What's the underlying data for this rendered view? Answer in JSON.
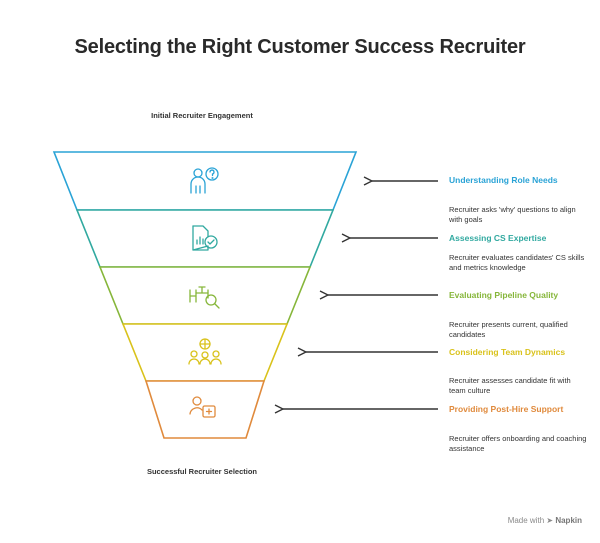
{
  "title": "Selecting the Right Customer Success Recruiter",
  "top_label": "Initial Recruiter Engagement",
  "bottom_label": "Successful Recruiter Selection",
  "stages": [
    {
      "title": "Understanding Role Needs",
      "description": "Recruiter asks 'why' questions to align with goals",
      "color": "#2aa3d6",
      "icon": "person-question-icon"
    },
    {
      "title": "Assessing CS Expertise",
      "description": "Recruiter evaluates candidates' CS skills and metrics knowledge",
      "color": "#31a9a0",
      "icon": "document-chart-check-icon"
    },
    {
      "title": "Evaluating Pipeline Quality",
      "description": "Recruiter presents current, qualified candidates",
      "color": "#86b63a",
      "icon": "pipeline-magnifier-icon"
    },
    {
      "title": "Considering Team Dynamics",
      "description": "Recruiter assesses candidate fit with team culture",
      "color": "#d9c21b",
      "icon": "team-group-icon"
    },
    {
      "title": "Providing Post-Hire Support",
      "description": "Recruiter offers onboarding and coaching assistance",
      "color": "#e08a3c",
      "icon": "person-support-icon"
    }
  ],
  "footer": {
    "made_with": "Made with",
    "brand": "Napkin"
  }
}
